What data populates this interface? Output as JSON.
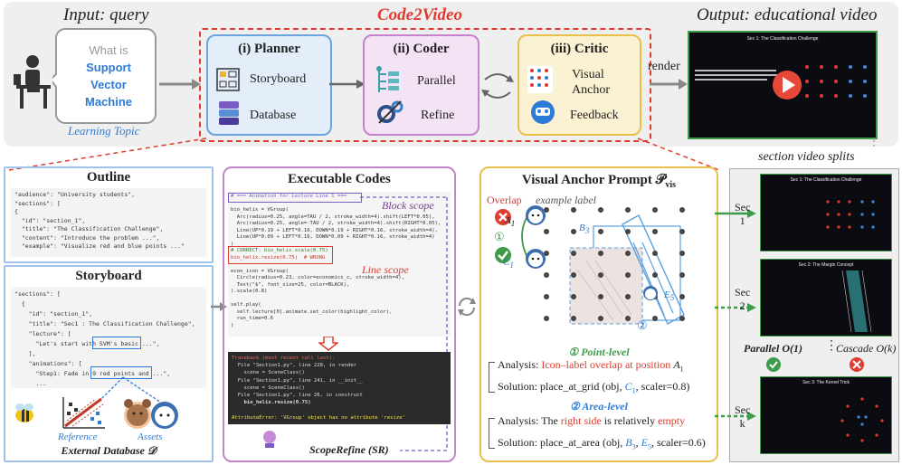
{
  "header": {
    "input_title": "Input: query",
    "main_title": "Code2Video",
    "output_title": "Output: educational video"
  },
  "input": {
    "bubble_line1": "What is",
    "bubble_line2": "Support",
    "bubble_line3": "Vector",
    "bubble_line4": "Machine",
    "learning_topic": "Learning Topic"
  },
  "planner": {
    "title": "(i) Planner",
    "item1": "Storyboard",
    "item2": "Database"
  },
  "coder": {
    "title": "(ii) Coder",
    "item1": "Parallel",
    "item2": "Refine"
  },
  "critic": {
    "title": "(iii) Critic",
    "item1_line1": "Visual",
    "item1_line2": "Anchor",
    "item2": "Feedback"
  },
  "render_label": "render",
  "video": {
    "top_title": "Sec 1: The Classification Challenge",
    "split1_title": "Sec 1: The Classification Challenge",
    "split2_title": "Sec 2: The Margin Concept",
    "split3_title": "Sec 3: The Kernel Trick"
  },
  "outline": {
    "title": "Outline",
    "lines": [
      "\"audience\": \"University students\",",
      "\"sections\": [",
      "{",
      "  \"id\": \"section_1\",",
      "  \"title\": \"The Classification Challenge\",",
      "  \"content\": \"Introduce the problem ...\",",
      "  \"example\": \"Visualize red and blue points ...\""
    ]
  },
  "storyboard": {
    "title": "Storyboard",
    "lines": [
      "\"sections\": [",
      "  {",
      "    \"id\": \"section_1\",",
      "    \"title\": \"Sec1 : The Classification Challenge\",",
      "    \"lecture\": [",
      "      \"Let's start with SVM's basic ...\",",
      "    ],",
      "    \"animations\": [",
      "      \"Step1: Fade in 9 red points and ...\",",
      "      ..."
    ],
    "reference": "Reference",
    "assets": "Assets",
    "db_label": "External Database 𝒟"
  },
  "codes": {
    "title": "Executable Codes",
    "block_scope": "Block scope",
    "line_scope": "Line scope",
    "lines": [
      "# === Animation for Lecture Line 1 ===",
      "",
      "bio_helix = VGroup(",
      "  Arc(radius=0.25, angle=TAU / 2, stroke_width=4).shift(LEFT*0.05),",
      "  Arc(radius=0.25, angle=-TAU / 2, stroke_width=4).shift(RIGHT*0.05),",
      "  Line(UP*0.19 + LEFT*0.16, DOWN*0.19 + RIGHT*0.16, stroke_width=4),",
      "  Line(UP*0.09 + LEFT*0.16, DOWN*0.09 + RIGHT*0.16, stroke_width=4)",
      ")",
      "# CORRECT: bio_helix.scale(0.75)",
      "bio_helix.resize(0.75)  # WRONG",
      "",
      "econ_icon = VGroup(",
      "  Circle(radius=0.23, color=economics_c, stroke_width=4),",
      "  Text(\"$\", font_size=25, color=BLACK),",
      ").scale(0.8)",
      "",
      "self.play(",
      "  self.lecture[0].animate.set_color(highlight_color),",
      "  run_time=0.6",
      ")"
    ],
    "trace": [
      "Traceback (most recent call last):",
      "  File \"Section1.py\", line 228, in render",
      "    scene = SceneClass()",
      "  File \"Section1.py\", line 241, in __init__",
      "    scene = SceneClass()",
      "  File \"Section1.py\", line 26, in construct",
      "    bio_helix.resize(0.75)",
      "",
      "AttributeError: 'VGroup' object has no attribute 'resize'"
    ],
    "scope_refine": "ScopeRefine (SR)"
  },
  "anchor": {
    "title": "Visual Anchor Prompt 𝒫",
    "title_sub": "vis",
    "overlap": "Overlap",
    "example_label": "example label",
    "point_level": "① Point-level",
    "analysis1_prefix": "Analysis: ",
    "analysis1_red": "Icon–label overlap at position ",
    "analysis1_a": "A",
    "solution1_prefix": "Solution: place_at_grid (obj, ",
    "solution1_c": "C",
    "solution1_suffix": ", scaler=0.8)",
    "area_level": "② Area-level",
    "analysis2_prefix": "Analysis: The ",
    "analysis2_red1": "right side",
    "analysis2_mid": " is relatively ",
    "analysis2_red2": "empty",
    "solution2_prefix": "Solution: place_at_area (obj, ",
    "solution2_b": "B",
    "solution2_e": "E",
    "solution2_suffix": ", scaler=0.6)",
    "label_a1": "A",
    "label_c1": "C",
    "label_b3": "B",
    "label_e5": "E",
    "sub1": "1",
    "sub3": "3",
    "sub5": "5"
  },
  "splits": {
    "title": "section video splits",
    "sec1_a": "Sec",
    "sec1_b": "1",
    "sec2_a": "Sec",
    "sec2_b": "2",
    "sec3_a": "Sec",
    "sec3_b": "k",
    "parallel": "Parallel O(1)",
    "cascade": "Cascade O(k)",
    "dots": "⋮"
  },
  "colors": {
    "red_accent": "#e03b2f",
    "blue_accent": "#2c7bd6",
    "green_accent": "#3d9b4a",
    "planner_border": "#6aa5dd",
    "coder_border": "#c583cc",
    "critic_border": "#e8c04a"
  }
}
